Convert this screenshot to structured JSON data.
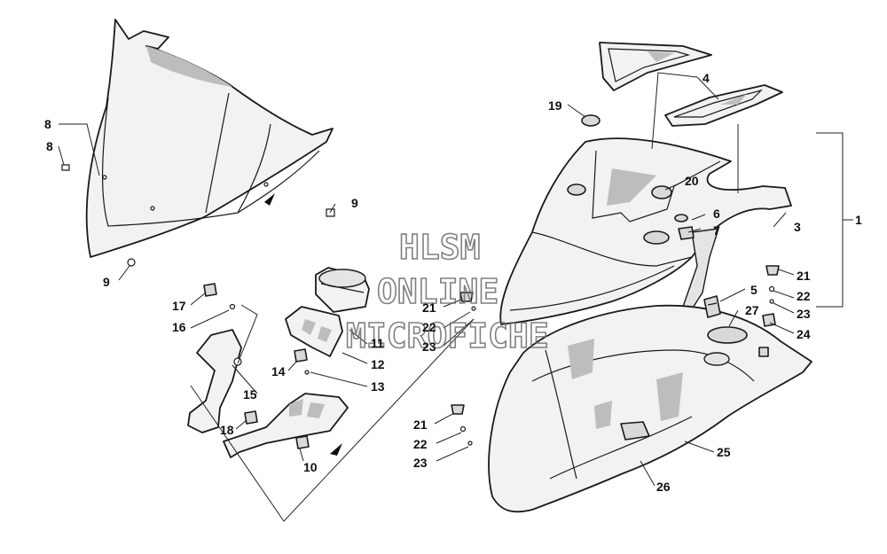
{
  "diagram": {
    "watermark": {
      "line1": "HLSM",
      "line2": "ONLINE",
      "line3": "MICROFICHE"
    },
    "callouts": [
      "1",
      "3",
      "4",
      "5",
      "6",
      "7",
      "8",
      "9",
      "9",
      "9",
      "9",
      "10",
      "11",
      "12",
      "13",
      "14",
      "15",
      "16",
      "17",
      "18",
      "19",
      "20",
      "21",
      "22",
      "23",
      "21",
      "22",
      "23",
      "21",
      "22",
      "23",
      "24",
      "25",
      "26",
      "27"
    ]
  },
  "colors": {
    "line": "#1a1a1a",
    "fill": "#f2f2f2",
    "shade": "#bdbdbd",
    "watermark": "#6b6b6b"
  }
}
